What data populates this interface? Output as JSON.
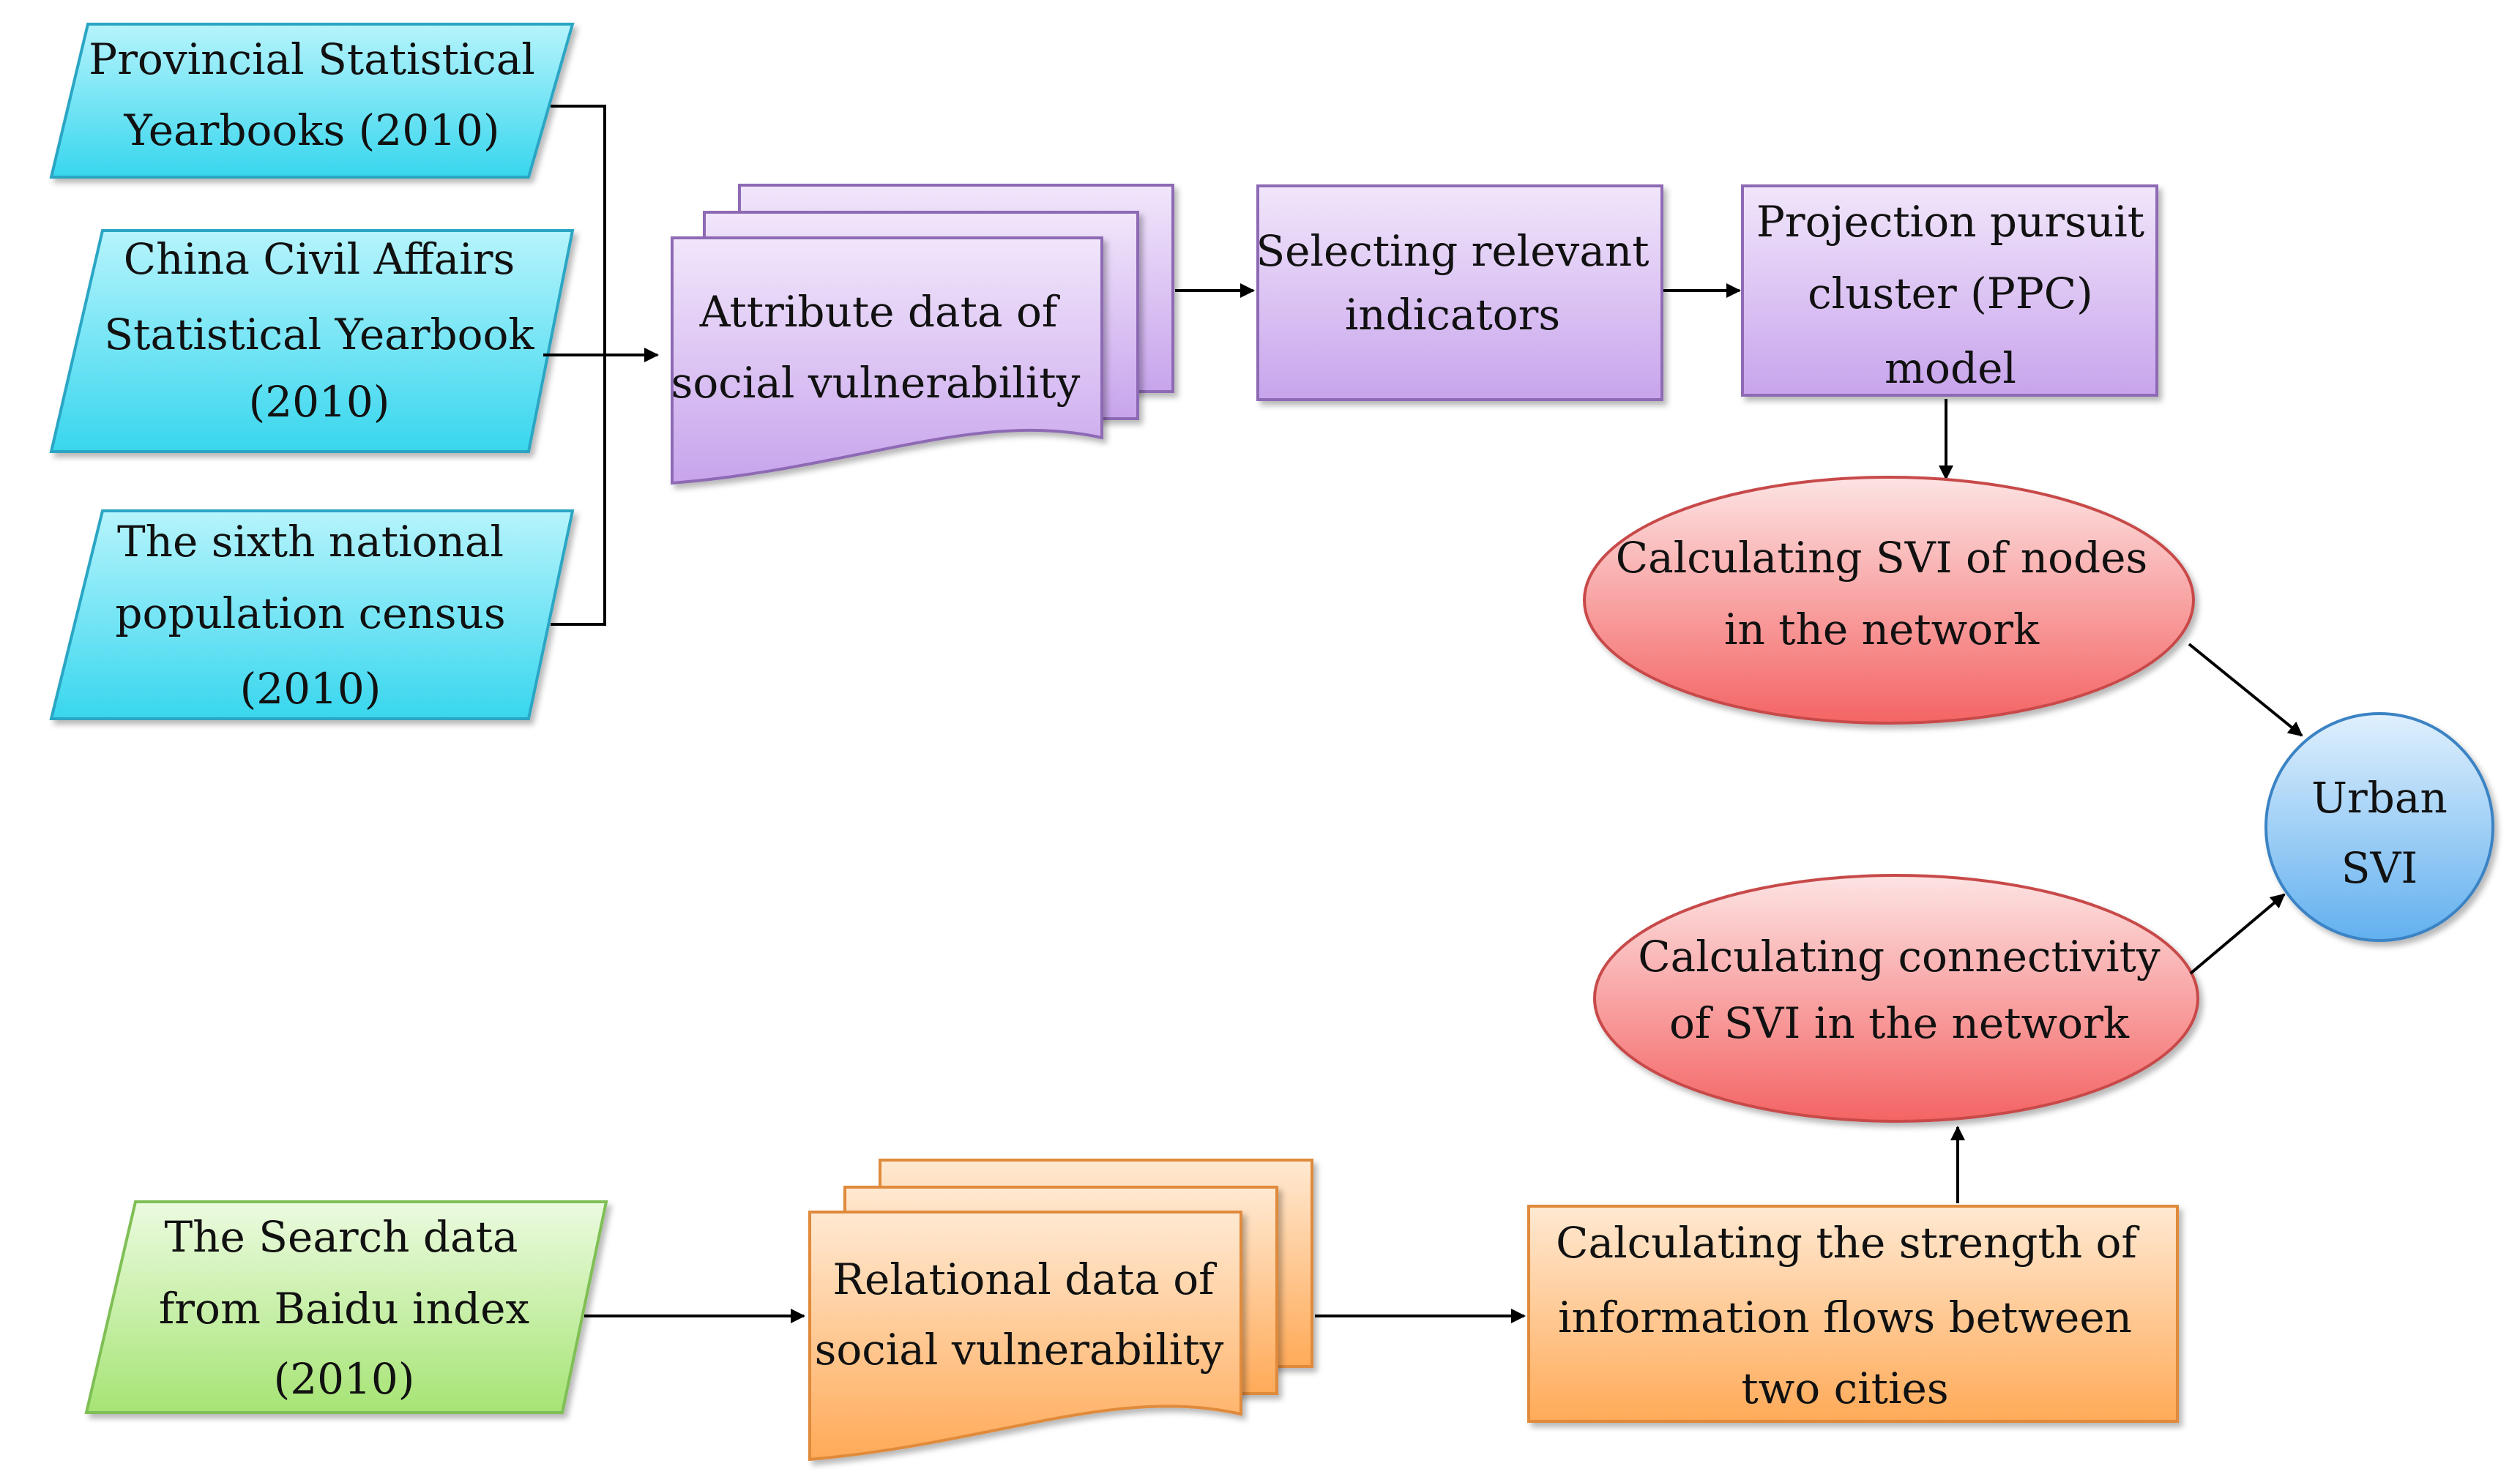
{
  "diagram": {
    "sources": {
      "provincial": [
        "Provincial Statistical",
        "Yearbooks (2010)"
      ],
      "civil_affairs": [
        "China Civil Affairs",
        "Statistical Yearbook",
        "(2010)"
      ],
      "census": [
        "The sixth national",
        "population census",
        "(2010)"
      ],
      "baidu": [
        "The Search data",
        "from Baidu index",
        "(2010)"
      ]
    },
    "documents": {
      "attribute": [
        "Attribute data of",
        "social vulnerability"
      ],
      "relational": [
        "Relational data of",
        "social vulnerability"
      ]
    },
    "processes": {
      "selecting": [
        "Selecting relevant",
        "indicators"
      ],
      "ppc": [
        "Projection pursuit",
        "cluster (PPC)",
        "model"
      ],
      "strength": [
        "Calculating the strength of",
        "information flows between",
        "two cities"
      ]
    },
    "calculations": {
      "svi_nodes": [
        "Calculating SVI of nodes",
        "in the network"
      ],
      "connectivity": [
        "Calculating connectivity",
        "of SVI in the network"
      ]
    },
    "result": {
      "urban_svi": [
        "Urban",
        "SVI"
      ]
    },
    "colors": {
      "cyan_fill": "#3fdcf2",
      "cyan_stroke": "#2aa6c4",
      "purple_fill": "#d5b8f0",
      "purple_stroke": "#8e6bb5",
      "red_fill": "#f76a6a",
      "red_stroke": "#c84a4a",
      "blue_fill": "#6fb8f2",
      "blue_stroke": "#3a83c4",
      "orange_fill": "#ffb46a",
      "orange_stroke": "#e08a3a",
      "green_fill": "#b5ea86",
      "green_stroke": "#7fbf55"
    }
  }
}
